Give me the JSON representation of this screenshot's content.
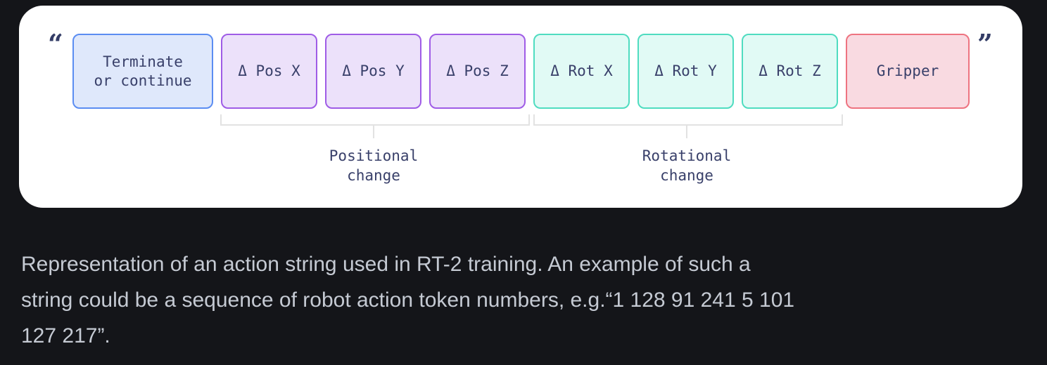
{
  "card": {
    "open_quote": "“",
    "close_quote": "”",
    "boxes": [
      {
        "label": "Terminate\nor continue",
        "group": "terminate",
        "color": "blue"
      },
      {
        "label": "Δ Pos X",
        "group": "positional",
        "color": "purple"
      },
      {
        "label": "Δ Pos Y",
        "group": "positional",
        "color": "purple"
      },
      {
        "label": "Δ Pos Z",
        "group": "positional",
        "color": "purple"
      },
      {
        "label": "Δ Rot X",
        "group": "rotational",
        "color": "teal"
      },
      {
        "label": "Δ Rot Y",
        "group": "rotational",
        "color": "teal"
      },
      {
        "label": "Δ Rot Z",
        "group": "rotational",
        "color": "teal"
      },
      {
        "label": "Gripper",
        "group": "gripper",
        "color": "red"
      }
    ],
    "groups": [
      {
        "label": "Positional\nchange"
      },
      {
        "label": "Rotational\nchange"
      }
    ]
  },
  "caption": {
    "lines": [
      "Representation of an action string used in RT-2 training. An example of such a",
      "string could be a sequence of robot action token numbers, e.g.“1 128 91 241 5 101",
      "127 217”."
    ]
  },
  "colors": {
    "background": "#141519",
    "card": "#ffffff",
    "token_text": "#39406a",
    "terminate_border": "#5b8df2",
    "terminate_fill": "#dfe8fb",
    "positional_border": "#9f5ce6",
    "positional_fill": "#ece1fa",
    "rotational_border": "#4fdcc0",
    "rotational_fill": "#e1faf5",
    "gripper_border": "#ee7380",
    "gripper_fill": "#f9dae1",
    "bracket": "#e2e2e2",
    "caption_text": "#c5cad3"
  }
}
